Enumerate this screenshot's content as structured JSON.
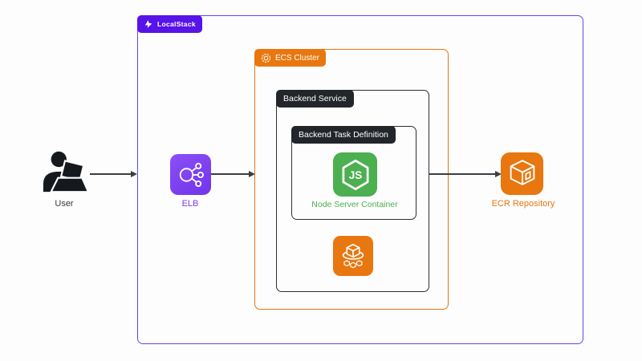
{
  "labels": {
    "user": "User",
    "elb": "ELB",
    "localstack": "LocalStack",
    "ecs_cluster": "ECS Cluster",
    "backend_service": "Backend Service",
    "backend_task_definition": "Backend Task Definition",
    "node_server_container": "Node Server Container",
    "ecr_repository": "ECR Repository",
    "nodejs_glyph": "JS"
  },
  "icons": {
    "localstack_logo": "localstack-logo-icon",
    "ecs_cluster_badge": "ecs-hexagon-icon",
    "elb": "load-balancer-icon",
    "nodejs": "nodejs-hexagon-icon",
    "ecs_service": "ecs-service-cubes-icon",
    "ecr": "ecr-cube-icon",
    "user": "person-at-laptop-icon"
  },
  "colors": {
    "canvas_bg": "#FDFDFE",
    "localstack_badge": "#5713E8",
    "localstack_border": "#5A4BE8",
    "aws_orange": "#E8770F",
    "dark_badge": "#22262B",
    "dark_border": "#2B3036",
    "node_green": "#4CAF50",
    "elb_purple_start": "#8A50F6",
    "elb_purple_end": "#7334EA",
    "elb_label": "#7C3AED",
    "arrow": "#3A3F45",
    "user_silhouette": "#15191E",
    "user_label": "#343A43"
  }
}
